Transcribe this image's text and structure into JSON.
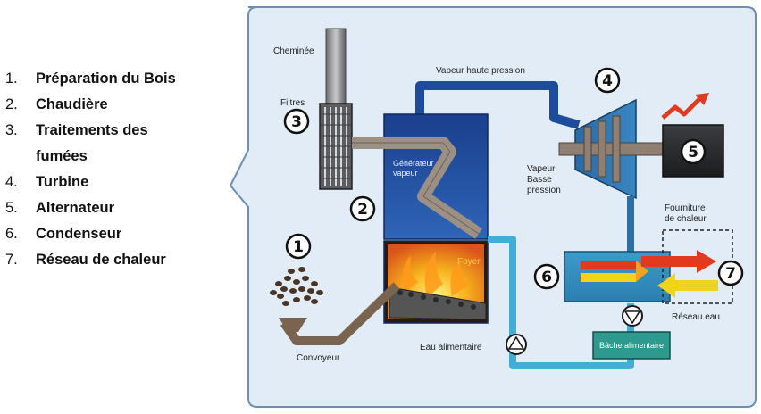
{
  "legend": [
    {
      "num": "1.",
      "text": "Préparation du Bois"
    },
    {
      "num": "2.",
      "text": "Chaudière"
    },
    {
      "num": "3.",
      "text": "Traitements des",
      "text2": "fumées"
    },
    {
      "num": "4.",
      "text": "Turbine"
    },
    {
      "num": "5.",
      "text": "Alternateur"
    },
    {
      "num": "6.",
      "text": "Condenseur"
    },
    {
      "num": "7.",
      "text": "Réseau de chaleur"
    }
  ],
  "diagram": {
    "labels": {
      "cheminee": "Cheminée",
      "filtres": "Filtres",
      "vapeur_hp": "Vapeur haute pression",
      "generateur_1": "Générateur",
      "generateur_2": "vapeur",
      "foyer": "Foyer",
      "vapeur_bp_1": "Vapeur",
      "vapeur_bp_2": "Basse",
      "vapeur_bp_3": "pression",
      "fourniture_1": "Fourniture",
      "fourniture_2": "de chaleur",
      "reseau_eau": "Réseau eau",
      "eau_alimentaire": "Eau alimentaire",
      "bache": "Bâche alimentaire",
      "convoyeur": "Convoyeur"
    },
    "markers": [
      "1",
      "2",
      "3",
      "4",
      "5",
      "6",
      "7"
    ],
    "colors": {
      "panel": "#e2ecf6",
      "panel_border": "#6b8fb5",
      "pipe_steam": "#1d4c9c",
      "pipe_water": "#42aed6",
      "flue": "#9c8f83",
      "boiler": "#1f4fa0",
      "turbine": "#2c6ea6",
      "arrow_hot": "#e23a1f",
      "arrow_cold": "#f2d21a"
    }
  }
}
